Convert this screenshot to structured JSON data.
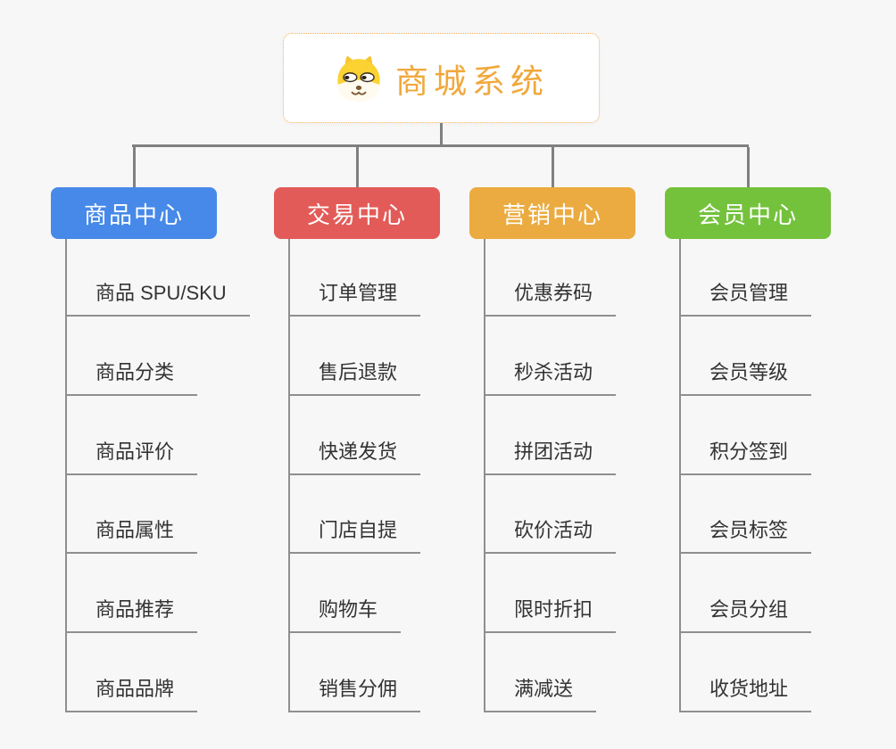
{
  "canvas": {
    "background": "#f7f7f7",
    "connector_color": "#808080",
    "underline_color": "#8f8f8f"
  },
  "root": {
    "title": "商城系统",
    "icon": "dog-face-icon",
    "accent_color": "#f0a83c",
    "border_color": "#f3ae55"
  },
  "branches": [
    {
      "label": "商品中心",
      "color": "#4689e8",
      "children": [
        "商品 SPU/SKU",
        "商品分类",
        "商品评价",
        "商品属性",
        "商品推荐",
        "商品品牌"
      ]
    },
    {
      "label": "交易中心",
      "color": "#e25b58",
      "children": [
        "订单管理",
        "售后退款",
        "快递发货",
        "门店自提",
        "购物车",
        "销售分佣"
      ]
    },
    {
      "label": "营销中心",
      "color": "#ebab40",
      "children": [
        "优惠券码",
        "秒杀活动",
        "拼团活动",
        "砍价活动",
        "限时折扣",
        "满减送"
      ]
    },
    {
      "label": "会员中心",
      "color": "#74c23c",
      "children": [
        "会员管理",
        "会员等级",
        "积分签到",
        "会员标签",
        "会员分组",
        "收货地址"
      ]
    }
  ]
}
